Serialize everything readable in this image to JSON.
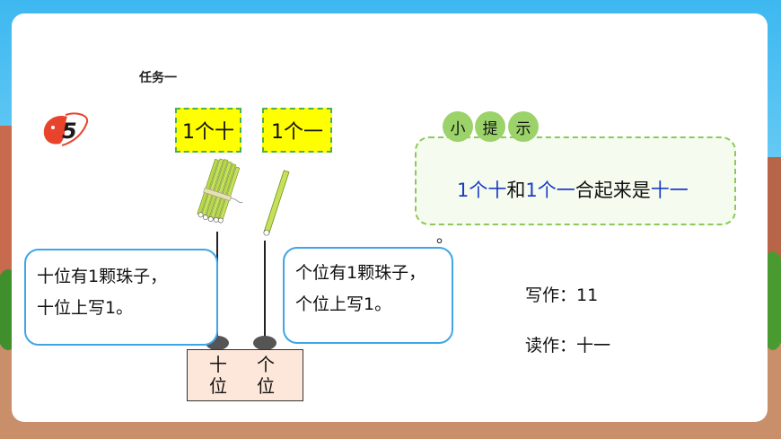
{
  "task_title": "任务一",
  "badge_number": "5",
  "labels": {
    "ten": "1个十",
    "one": "1个一"
  },
  "bubble_tens": {
    "line1": "十位有1颗珠子，",
    "line2": "十位上写1。"
  },
  "bubble_ones": {
    "line1": "个位有1颗珠子，",
    "line2": "个位上写1。"
  },
  "abacus": {
    "tens_label": "十\n位",
    "ones_label": "个\n位",
    "tens_top": "十",
    "tens_bottom": "位",
    "ones_top": "个",
    "ones_bottom": "位"
  },
  "tip": {
    "tab1": "小",
    "tab2": "提",
    "tab3": "示",
    "part1": "1个十",
    "part2": "和",
    "part3": "1个一",
    "part4": "合起来是",
    "part5": "十一",
    "trailing": "。"
  },
  "write_as": "写作：11",
  "read_as": "读作：十一",
  "colors": {
    "highlight_blue": "#1a3cc8",
    "label_yellow": "#ffff00",
    "bubble_border": "#3ea6e6",
    "tip_green": "#9bd36a"
  }
}
